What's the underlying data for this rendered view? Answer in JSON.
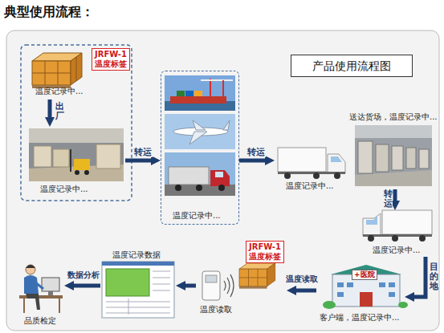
{
  "diagram": {
    "title": "典型使用流程：",
    "nodes": [
      {
        "text": [
          "产品使用流程图"
        ]
      },
      {
        "text": [
          "JRFW-1 温度标签",
          "温度记录中..."
        ]
      },
      {
        "text": [
          "温度记录中..."
        ]
      },
      {
        "text": [
          "温度记录中..."
        ]
      },
      {
        "text": [
          "温度记录中..."
        ]
      },
      {
        "text": [
          "送达货场，温度记录中..."
        ]
      },
      {
        "text": [
          "温度记录中..."
        ]
      },
      {
        "text": [
          "+医院",
          "客户端，温度记录中..."
        ]
      },
      {
        "text": [
          "JRFW-1 温度标签"
        ]
      },
      {
        "text": [
          "温度读取"
        ]
      },
      {
        "text": [
          "温度记录数据"
        ]
      },
      {
        "text": [
          "品质检定"
        ]
      }
    ],
    "edges": [
      {
        "from": 1,
        "to": 2,
        "label": "出厂",
        "arrow": "to"
      },
      {
        "from": 2,
        "to": 3,
        "label": "转运",
        "arrow": "to"
      },
      {
        "from": 3,
        "to": 4,
        "label": "转运",
        "arrow": "to"
      },
      {
        "from": 5,
        "to": 6,
        "label": "转运",
        "arrow": "to"
      },
      {
        "from": 6,
        "to": 7,
        "label": "目的地",
        "arrow": "to"
      },
      {
        "from": 7,
        "to": 8,
        "label": "温度读取",
        "arrow": "to"
      },
      {
        "from": 9,
        "to": 10,
        "arrow": "to"
      },
      {
        "from": 10,
        "to": 11,
        "label": "数据分析",
        "arrow": "to"
      }
    ]
  }
}
